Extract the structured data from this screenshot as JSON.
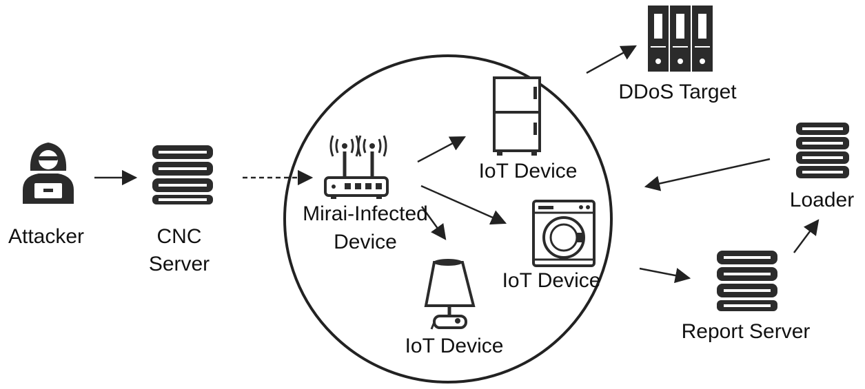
{
  "labels": {
    "attacker": "Attacker",
    "cnc_line1": "CNC",
    "cnc_line2": "Server",
    "mirai_line1": "Mirai-Infected",
    "mirai_line2": "Device",
    "iot_fridge": "IoT Device",
    "iot_washer": "IoT Device",
    "iot_lamp": "IoT Device",
    "ddos_target": "DDoS Target",
    "loader": "Loader",
    "report_server": "Report Server"
  },
  "icons": {
    "attacker": "hooded-hacker-icon",
    "cnc_server": "server-stack-icon",
    "mirai_device": "wifi-router-icon",
    "iot_fridge": "refrigerator-icon",
    "iot_washer": "washing-machine-icon",
    "iot_lamp": "smart-lamp-icon",
    "ddos_target": "server-rack-icon",
    "loader": "server-stack-icon",
    "report_server": "server-stack-icon"
  },
  "connections": [
    {
      "from": "attacker",
      "to": "cnc_server",
      "style": "solid"
    },
    {
      "from": "cnc_server",
      "to": "mirai_device",
      "style": "dashed"
    },
    {
      "from": "mirai_device",
      "to": "iot_fridge",
      "style": "solid"
    },
    {
      "from": "mirai_device",
      "to": "iot_washer",
      "style": "solid"
    },
    {
      "from": "mirai_device",
      "to": "iot_lamp",
      "style": "solid"
    },
    {
      "from": "infected_network",
      "to": "ddos_target",
      "style": "solid"
    },
    {
      "from": "loader",
      "to": "infected_network",
      "style": "solid"
    },
    {
      "from": "infected_network",
      "to": "report_server",
      "style": "solid"
    },
    {
      "from": "report_server",
      "to": "loader",
      "style": "solid"
    }
  ],
  "colors": {
    "ink": "#222222",
    "icon_dark": "#2b2b2b",
    "icon_fill": "#ffffff",
    "background": "#ffffff"
  }
}
